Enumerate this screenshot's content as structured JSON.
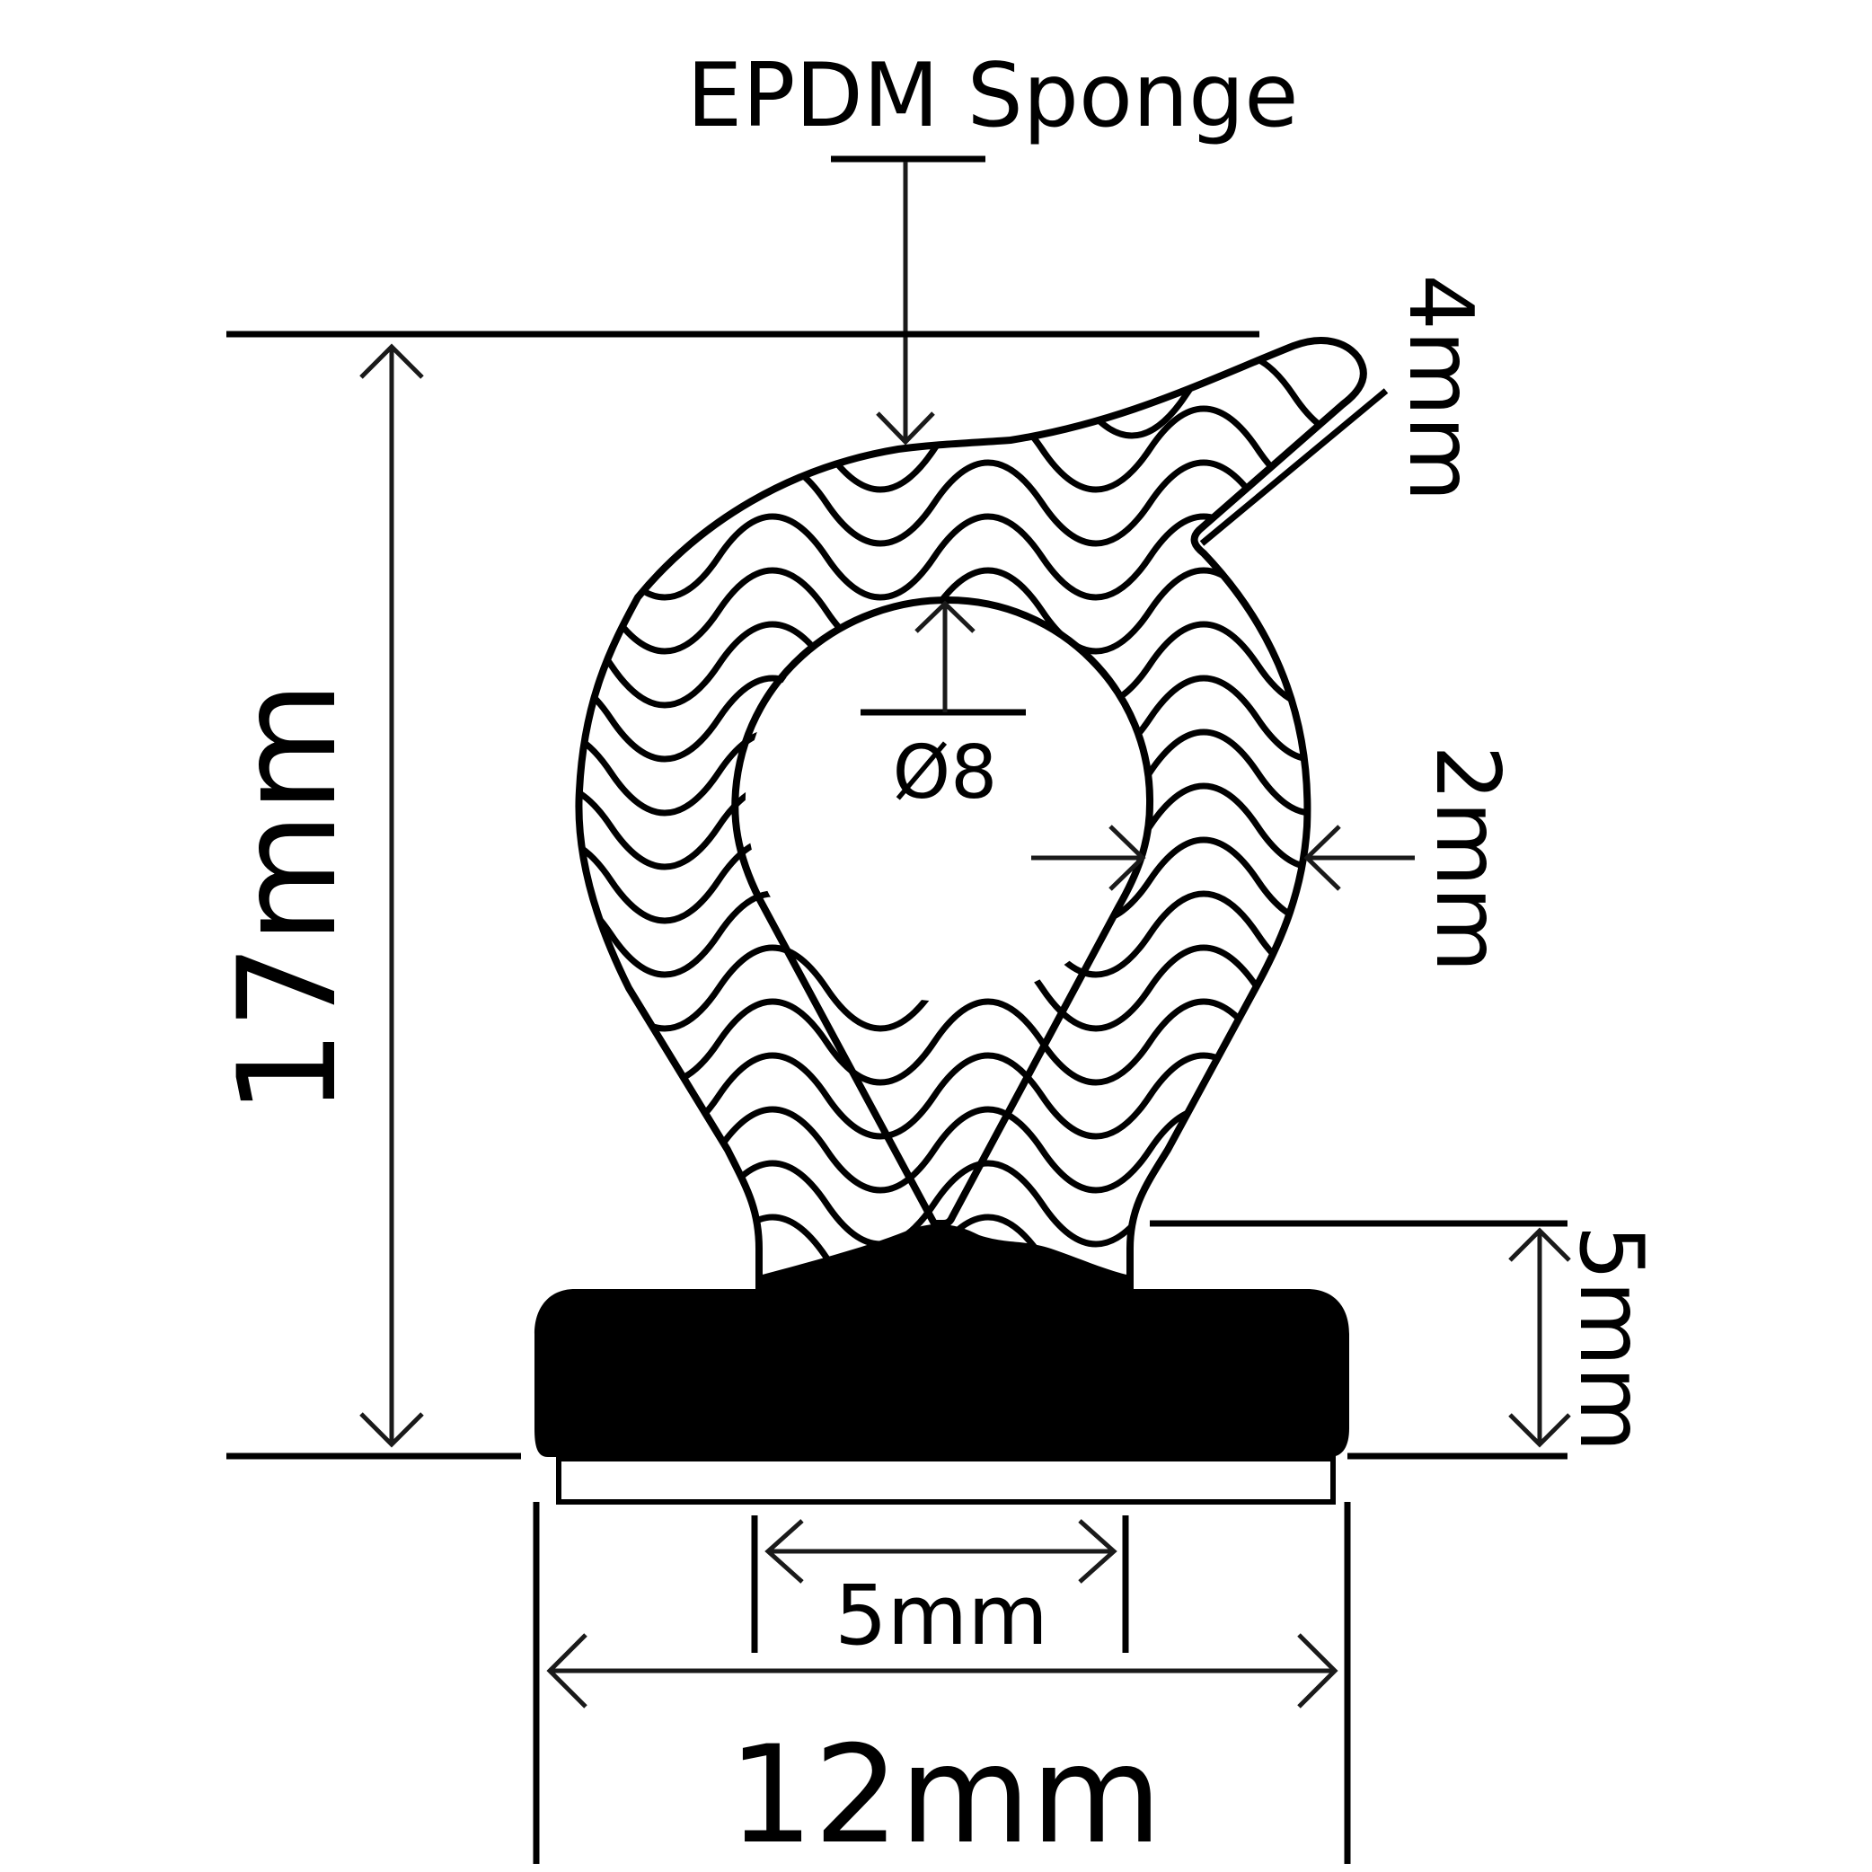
{
  "title": "EPDM Sponge",
  "material_label": "EPDM Sponge",
  "dimensions": {
    "overall_height": "17mm",
    "overall_width": "12mm",
    "base_channel_width": "5mm",
    "base_height": "5mm",
    "bulb_inner_diameter": "Ø8",
    "wall_thickness": "2mm",
    "lip_thickness": "4mm"
  },
  "colors": {
    "line": "#000000",
    "background": "#ffffff",
    "base_fill": "#000000"
  }
}
